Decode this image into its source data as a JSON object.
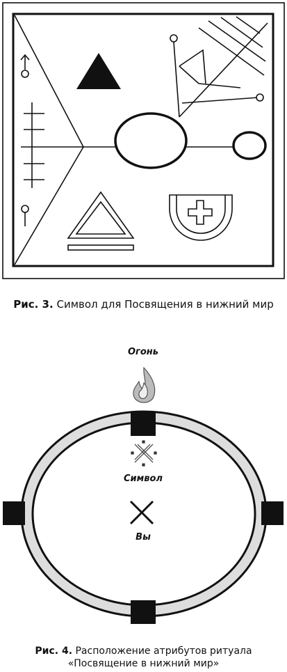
{
  "figure3": {
    "caption_num": "Рис. 3.",
    "caption_text": "Символ для Посвящения  в нижний мир"
  },
  "figure4": {
    "caption_num": "Рис. 4.",
    "caption_line1": "Расположение атрибутов ритуала",
    "caption_line2": "«Посвящение в нижний мир»",
    "labels": {
      "fire": "Огонь",
      "symbol": "Символ",
      "you": "Вы"
    }
  }
}
